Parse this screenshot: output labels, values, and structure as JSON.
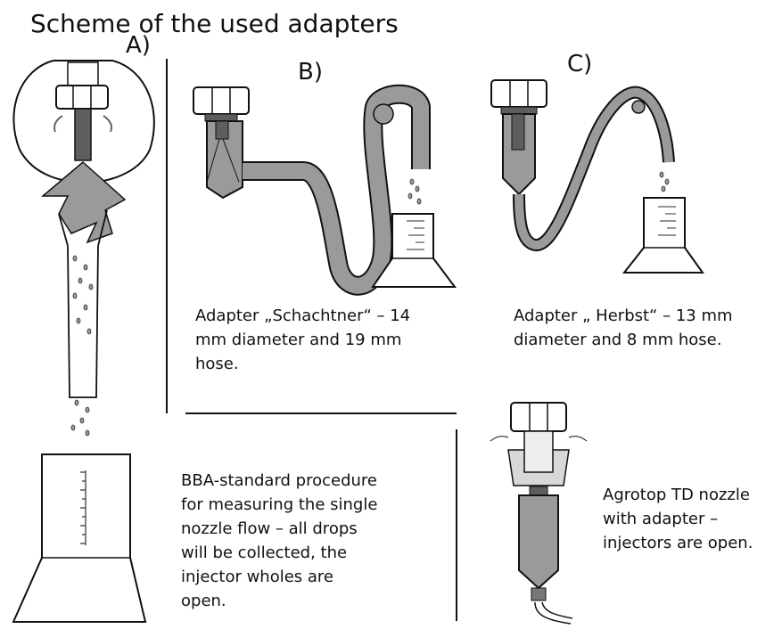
{
  "title": "Scheme of the used adapters",
  "labels": {
    "a": "A)",
    "b": "B)",
    "c": "C)"
  },
  "captions": {
    "schachtner": [
      "Adapter „Schachtner“ – 14",
      "mm diameter and 19 mm",
      "hose."
    ],
    "herbst": [
      "Adapter „ Herbst“ – 13 mm",
      "diameter and 8 mm hose."
    ],
    "bba": [
      "BBA-standard procedure",
      "for measuring the single",
      "nozzle flow – all drops",
      "will be collected, the",
      "injector wholes are",
      "open."
    ],
    "agrotop": [
      "Agrotop TD nozzle",
      "with adapter –",
      "injectors are open."
    ]
  },
  "colors": {
    "tube": "#9a9a9a",
    "dark": "#5e5e5e",
    "line": "#111111"
  }
}
